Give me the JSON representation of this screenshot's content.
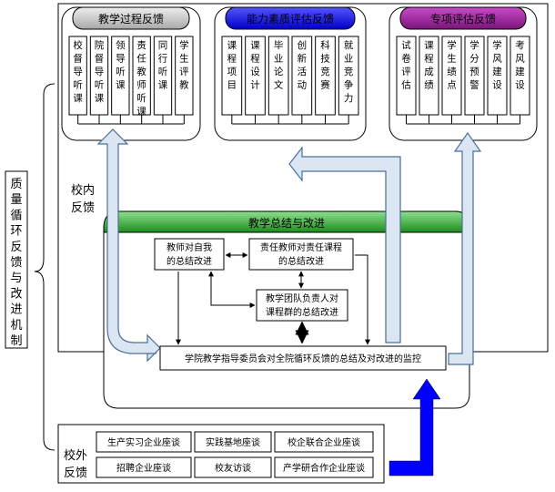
{
  "side_label": [
    "质",
    "量",
    "循",
    "环",
    "反",
    "馈",
    "与",
    "改",
    "进",
    "机",
    "制"
  ],
  "internal_feedback_label": [
    "校内",
    "反馈"
  ],
  "external_feedback_label": [
    "校外",
    "反馈"
  ],
  "groups": [
    {
      "title": "教学过程反馈",
      "colors": {
        "from": "#eeeeee",
        "to": "#a8a8a8",
        "text": "#000000"
      },
      "items": [
        [
          "校",
          "督",
          "导",
          "听",
          "课"
        ],
        [
          "院",
          "督",
          "导",
          "听",
          "课"
        ],
        [
          "领",
          "导",
          "听",
          "课"
        ],
        [
          "责",
          "任",
          "教",
          "师",
          "听",
          "课"
        ],
        [
          "同",
          "行",
          "听",
          "课"
        ],
        [
          "学",
          "生",
          "评",
          "教"
        ]
      ]
    },
    {
      "title": "能力素质评估反馈",
      "colors": {
        "from": "#5555ff",
        "to": "#0000c8",
        "text": "#ffffff"
      },
      "items": [
        [
          "课",
          "程",
          "项",
          "目"
        ],
        [
          "课",
          "程",
          "设",
          "计"
        ],
        [
          "毕",
          "业",
          "论",
          "文"
        ],
        [
          "创",
          "新",
          "活",
          "动"
        ],
        [
          "科",
          "技",
          "竞",
          "赛"
        ],
        [
          "就",
          "业",
          "竞",
          "争",
          "力"
        ]
      ]
    },
    {
      "title": "专项评估反馈",
      "colors": {
        "from": "#c84bc8",
        "to": "#7a147a",
        "text": "#ffffff"
      },
      "items": [
        [
          "试",
          "卷",
          "评",
          "估"
        ],
        [
          "课",
          "程",
          "成",
          "绩"
        ],
        [
          "学",
          "生",
          "绩",
          "点"
        ],
        [
          "学",
          "分",
          "预",
          "警"
        ],
        [
          "学",
          "风",
          "建",
          "设"
        ],
        [
          "考",
          "风",
          "建",
          "设"
        ]
      ]
    }
  ],
  "summary": {
    "title": "教学总结与改进",
    "colors": {
      "from": "#8ee08e",
      "to": "#1e8c1e"
    },
    "box_self": [
      "教师对自我",
      "的总结改进"
    ],
    "box_course": [
      "责任教师对责任课程",
      "的总结改进"
    ],
    "box_team": [
      "教学团队负责人对",
      "课程群的总结改进"
    ]
  },
  "monitor_text": "学院教学指导委员会对全院循环反馈的总结及对改进的监控",
  "external_items": [
    "生产实习企业座谈",
    "实践基地座谈",
    "校企联合企业座谈",
    "招聘企业座谈",
    "校友访谈",
    "产学研合作企业座谈"
  ],
  "colors": {
    "arrow_fill": "#dce6f2",
    "arrow_stroke": "#4a6f9c",
    "blue_arrow": "#0000ff",
    "label_blue": "#0000ff"
  }
}
